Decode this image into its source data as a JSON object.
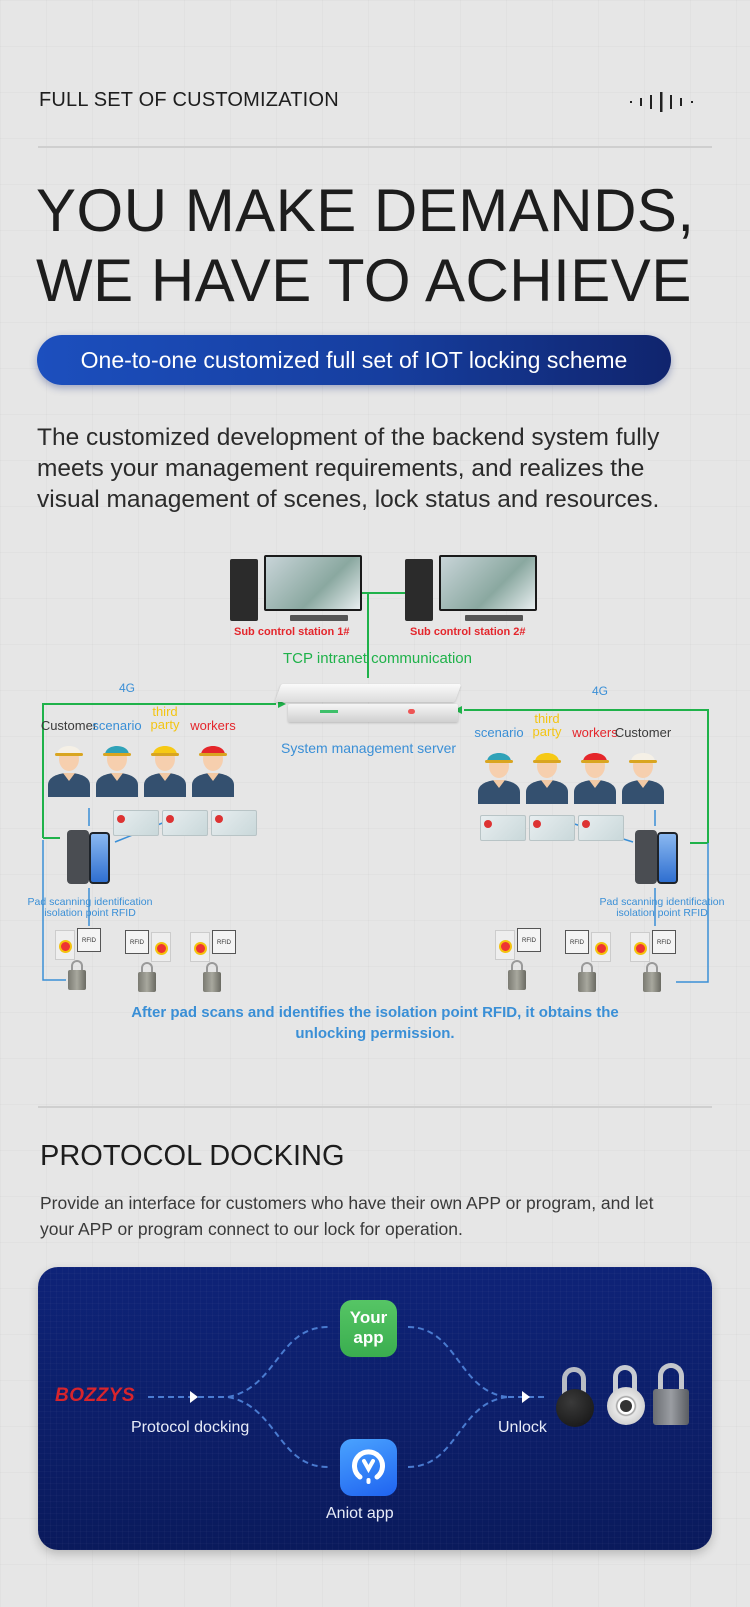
{
  "header": {
    "top_label": "FULL SET OF CUSTOMIZATION",
    "icon": "waveform-icon"
  },
  "hero": {
    "headline_line1": "YOU MAKE DEMANDS,",
    "headline_line2": "WE HAVE TO ACHIEVE",
    "pill_text": "One-to-one customized full set of IOT locking scheme",
    "intro_line1": "The customized development of the backend system fully",
    "intro_line2": "meets your management requirements, and realizes the",
    "intro_line3": "visual management of scenes, lock status and resources."
  },
  "diagram": {
    "stations": [
      "Sub control station 1#",
      "Sub control station 2#"
    ],
    "tcp_label": "TCP intranet communication",
    "server_label": "System management server",
    "network_left": "4G",
    "network_right": "4G",
    "roles_left": [
      {
        "label": "Customer",
        "color": "#3a3a3a",
        "helmet": "#f5f0e6"
      },
      {
        "label": "scenario",
        "color": "#3a8fd6",
        "helmet": "#2fa2b8"
      },
      {
        "label": "third party",
        "color": "#f3c514",
        "helmet": "#f6c915"
      },
      {
        "label": "workers",
        "color": "#e4262c",
        "helmet": "#e5262a"
      }
    ],
    "roles_right": [
      {
        "label": "scenario",
        "color": "#3a8fd6",
        "helmet": "#2fa2b8"
      },
      {
        "label": "third party",
        "color": "#f3c514",
        "helmet": "#f6c915"
      },
      {
        "label": "workers",
        "color": "#e4262c",
        "helmet": "#e5262a"
      },
      {
        "label": "Customer",
        "color": "#3a3a3a",
        "helmet": "#f5f0e6"
      }
    ],
    "pad_label_line1": "Pad scanning identification",
    "pad_label_line2": "isolation point RFID",
    "rfid_text": "RFID",
    "caption_line1": "After pad scans and identifies the isolation point RFID, it obtains the",
    "caption_line2": "unlocking permission."
  },
  "protocol": {
    "title": "PROTOCOL DOCKING",
    "desc_line1": "Provide an interface for customers who have their own APP or program, and let",
    "desc_line2": "your APP or program connect to our lock for operation.",
    "brand": "BOZZYS",
    "docking_label": "Protocol docking",
    "your_app_line1": "Your",
    "your_app_line2": "app",
    "aniot_label": "Aniot app",
    "unlock_label": "Unlock",
    "locks": [
      "black-round-padlock-icon",
      "silver-dial-padlock-icon",
      "gray-square-padlock-icon"
    ]
  },
  "colors": {
    "accent_blue": "#1c4fbe",
    "card_navy": "#0d1f6a",
    "line_green": "#1fb24a",
    "label_blue": "#3a8fd6",
    "label_red": "#e4262c",
    "brand_red": "#d8242c"
  }
}
